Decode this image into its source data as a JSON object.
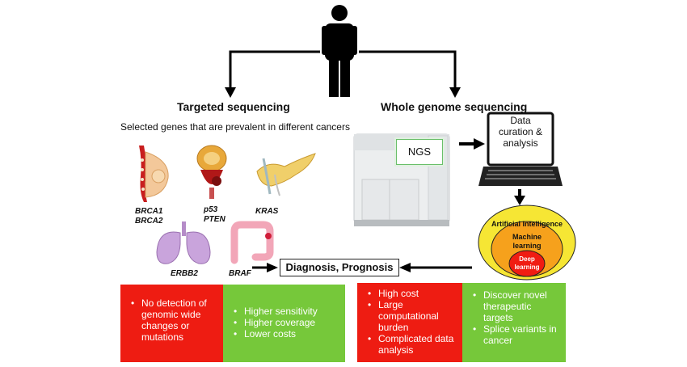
{
  "left": {
    "title": "Targeted sequencing",
    "subtitle": "Selected genes that  are prevalent  in different cancers",
    "genes": {
      "breast": [
        "BRCA1",
        "BRCA2"
      ],
      "prostate": [
        "p53",
        "PTEN"
      ],
      "pancreas": "KRAS",
      "lung": "ERBB2",
      "colon": "BRAF"
    },
    "cons": [
      "No detection of genomic wide changes or mutations"
    ],
    "pros": [
      "Higher sensitivity",
      "Higher coverage",
      "Lower costs"
    ]
  },
  "right": {
    "title": "Whole genome sequencing",
    "ngs_label": "NGS",
    "laptop_label": "Data curation & analysis",
    "ai": {
      "outer": "Artificial  Intelligence",
      "middle": "Machine learning",
      "inner": "Deep learning"
    },
    "cons": [
      "High cost",
      "Large computational burden",
      "Complicated data analysis"
    ],
    "pros": [
      "Discover novel therapeutic targets",
      "Splice variants in cancer"
    ]
  },
  "center": {
    "outcome": "Diagnosis, Prognosis"
  },
  "colors": {
    "red": "#ee1c12",
    "green": "#76c83a",
    "ai_outer": "#f6e634",
    "ai_middle": "#f6a11c",
    "ai_inner": "#f01c12"
  }
}
